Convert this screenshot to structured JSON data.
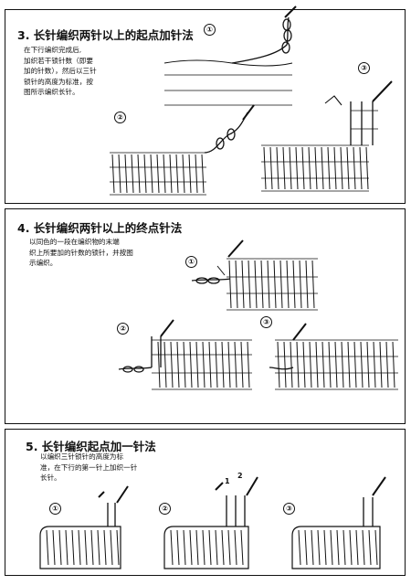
{
  "sections": [
    {
      "title": "3. 长针编织两针以上的起点加针法",
      "description": "在下行编织完成后,\n加织若干锁针数（即要\n加的针数），然后以三针\n锁针的高度为标准，按\n图所示编织长针。",
      "steps": [
        "①",
        "②",
        "③"
      ]
    },
    {
      "title": "4. 长针编织两针以上的终点针法",
      "description": "以同色的一段在编织物的末端\n织上所要加的针数的锁针，并按图\n示编织。",
      "steps": [
        "①",
        "②",
        "③"
      ]
    },
    {
      "title": "5. 长针编织起点加一针法",
      "description": "以编织三针锁针的高度为标\n准，在下行的第一针上加织一针\n长针。",
      "steps": [
        "①",
        "②",
        "③"
      ],
      "arrow_labels": [
        "1",
        "2"
      ]
    }
  ]
}
